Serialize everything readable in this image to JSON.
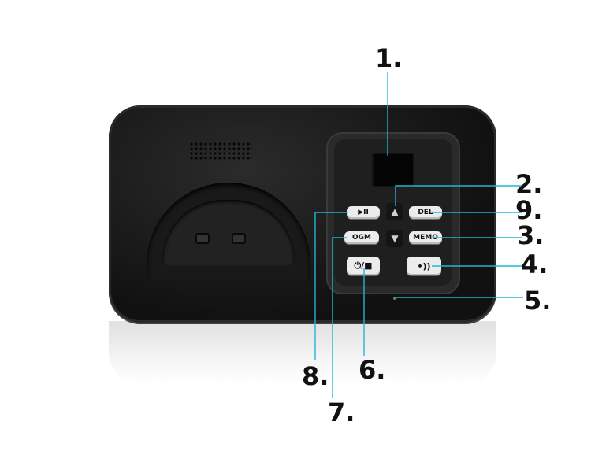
{
  "accent_color": "#1fb6d6",
  "buttons": {
    "play_pause": "▶II",
    "ogm": "OGM",
    "power_stop": "⏻/■",
    "delete": "DEL",
    "memo": "MEMO",
    "speaker": "•))"
  },
  "arrows": {
    "up": "▲",
    "down": "▼"
  },
  "callouts": [
    "1.",
    "2.",
    "3.",
    "4.",
    "5.",
    "6.",
    "7.",
    "8.",
    "9."
  ]
}
